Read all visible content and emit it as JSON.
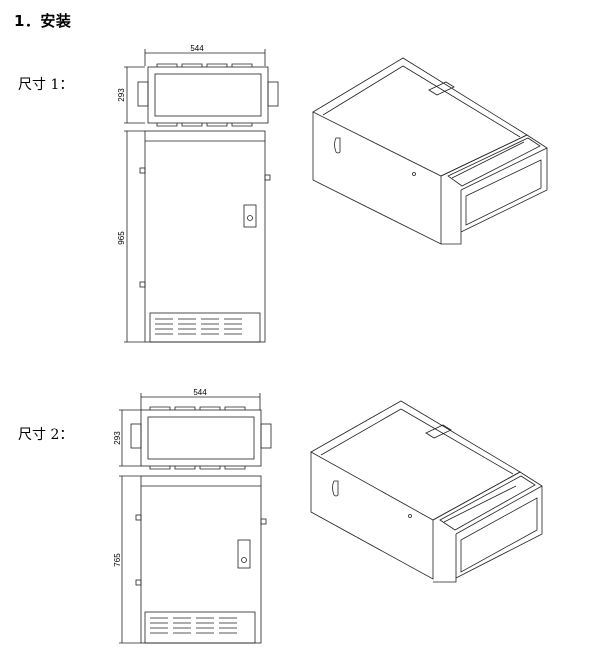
{
  "section_heading": "1．安装",
  "size1": {
    "label": "尺寸 1：",
    "width_dim": "544",
    "depth_dim": "293",
    "height_dim": "965"
  },
  "size2": {
    "label": "尺寸 2：",
    "width_dim": "544",
    "depth_dim": "293",
    "height_dim": "765"
  }
}
